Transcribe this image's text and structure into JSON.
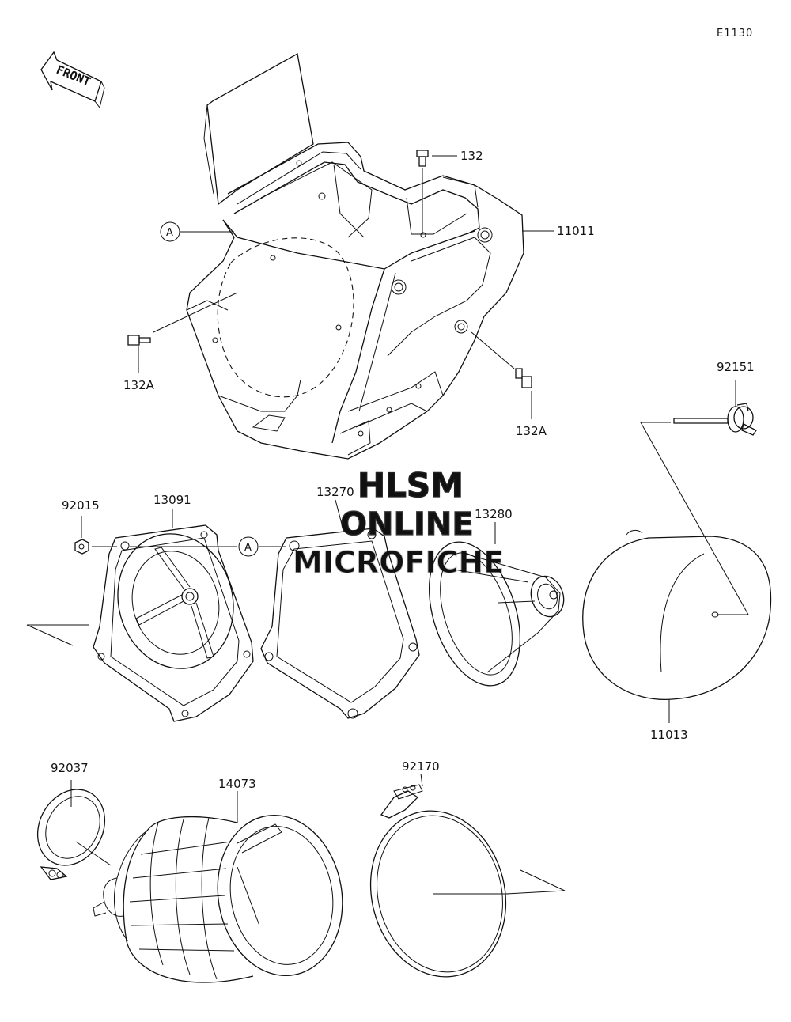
{
  "diagram": {
    "code": "E1130",
    "front_label": "FRONT",
    "callout_letter": "A",
    "watermark": {
      "line1": "HLSM",
      "line2": "ONLINE",
      "line3": "MICROFICHE"
    },
    "parts": {
      "p132": "132",
      "p11011": "11011",
      "p132a_left": "132A",
      "p132a_right": "132A",
      "p92151": "92151",
      "p92015": "92015",
      "p13091": "13091",
      "p13270": "13270",
      "p13280": "13280",
      "p11013": "11013",
      "p92037": "92037",
      "p14073": "14073",
      "p92170": "92170"
    }
  }
}
